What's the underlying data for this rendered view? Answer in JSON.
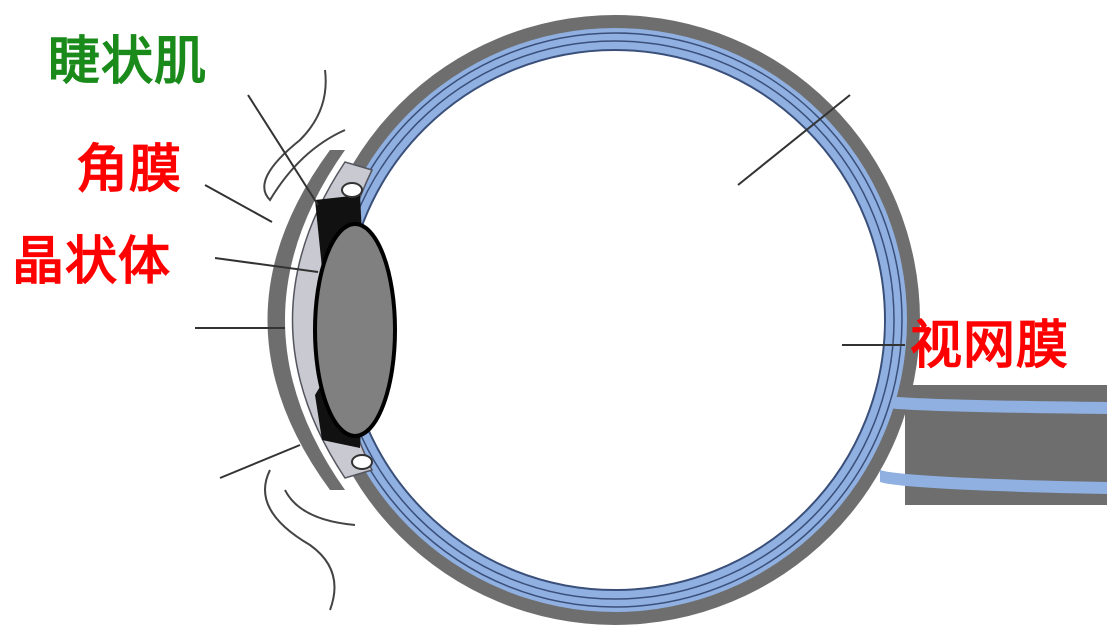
{
  "labels": {
    "ciliary_muscle": "睫状肌",
    "cornea": "角膜",
    "lens": "晶状体",
    "retina": "视网膜"
  },
  "colors": {
    "ciliary_muscle_label": "#1a8a1a",
    "other_labels": "#ff0000",
    "sclera": "#6e6e6e",
    "choroid_band": "#8fb0e0",
    "lens_fill": "#808080",
    "anterior_chamber": "#c9c9d2"
  }
}
